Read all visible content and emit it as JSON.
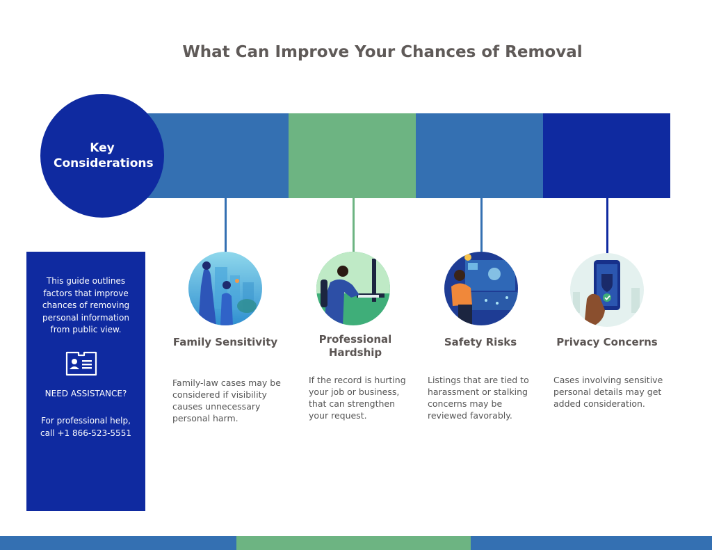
{
  "title": "What Can Improve Your Chances of Removal",
  "key_circle": {
    "line1": "Key",
    "line2": "Considerations"
  },
  "colors": {
    "primary_blue": "#0f2aa0",
    "mid_blue": "#3470b2",
    "green": "#6db482"
  },
  "sidebar": {
    "intro": "This guide outlines factors that improve chances of removing personal information from public view.",
    "icon": "id-card-icon",
    "assist": "NEED ASSISTANCE?",
    "help": "For professional help, call +1 866-523-5551"
  },
  "items": [
    {
      "title": "Family Sensitivity",
      "description": "Family-law cases may be considered if visibility causes unnecessary personal harm.",
      "icon": "family-illustration-icon"
    },
    {
      "title": "Professional Hardship",
      "description": "If the record is hurting your job or business, that can strengthen your request.",
      "icon": "worker-at-desk-icon"
    },
    {
      "title": "Safety Risks",
      "description": "Listings that are tied to harassment or stalking concerns may be reviewed favorably.",
      "icon": "security-monitor-icon"
    },
    {
      "title": "Privacy Concerns",
      "description": "Cases involving sensitive personal details may get added consideration.",
      "icon": "phone-shield-icon"
    }
  ]
}
